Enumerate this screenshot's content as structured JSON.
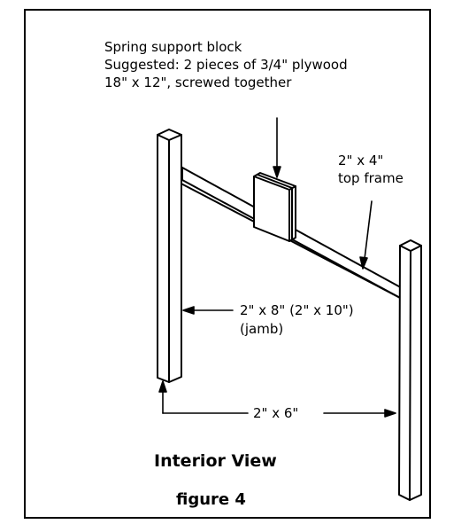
{
  "labels": {
    "spring_line1": "Spring support block",
    "spring_line2": "Suggested: 2 pieces of 3/4\" plywood",
    "spring_line3": "18\" x 12\", screwed together",
    "top_line1": "2\" x 4\"",
    "top_line2": "top frame",
    "jamb_line1": "2\" x 8\" (2\" x 10\")",
    "jamb_line2": "(jamb)",
    "post": "2\" x 6\""
  },
  "caption": {
    "title": "Interior View",
    "figure": "figure 4"
  }
}
